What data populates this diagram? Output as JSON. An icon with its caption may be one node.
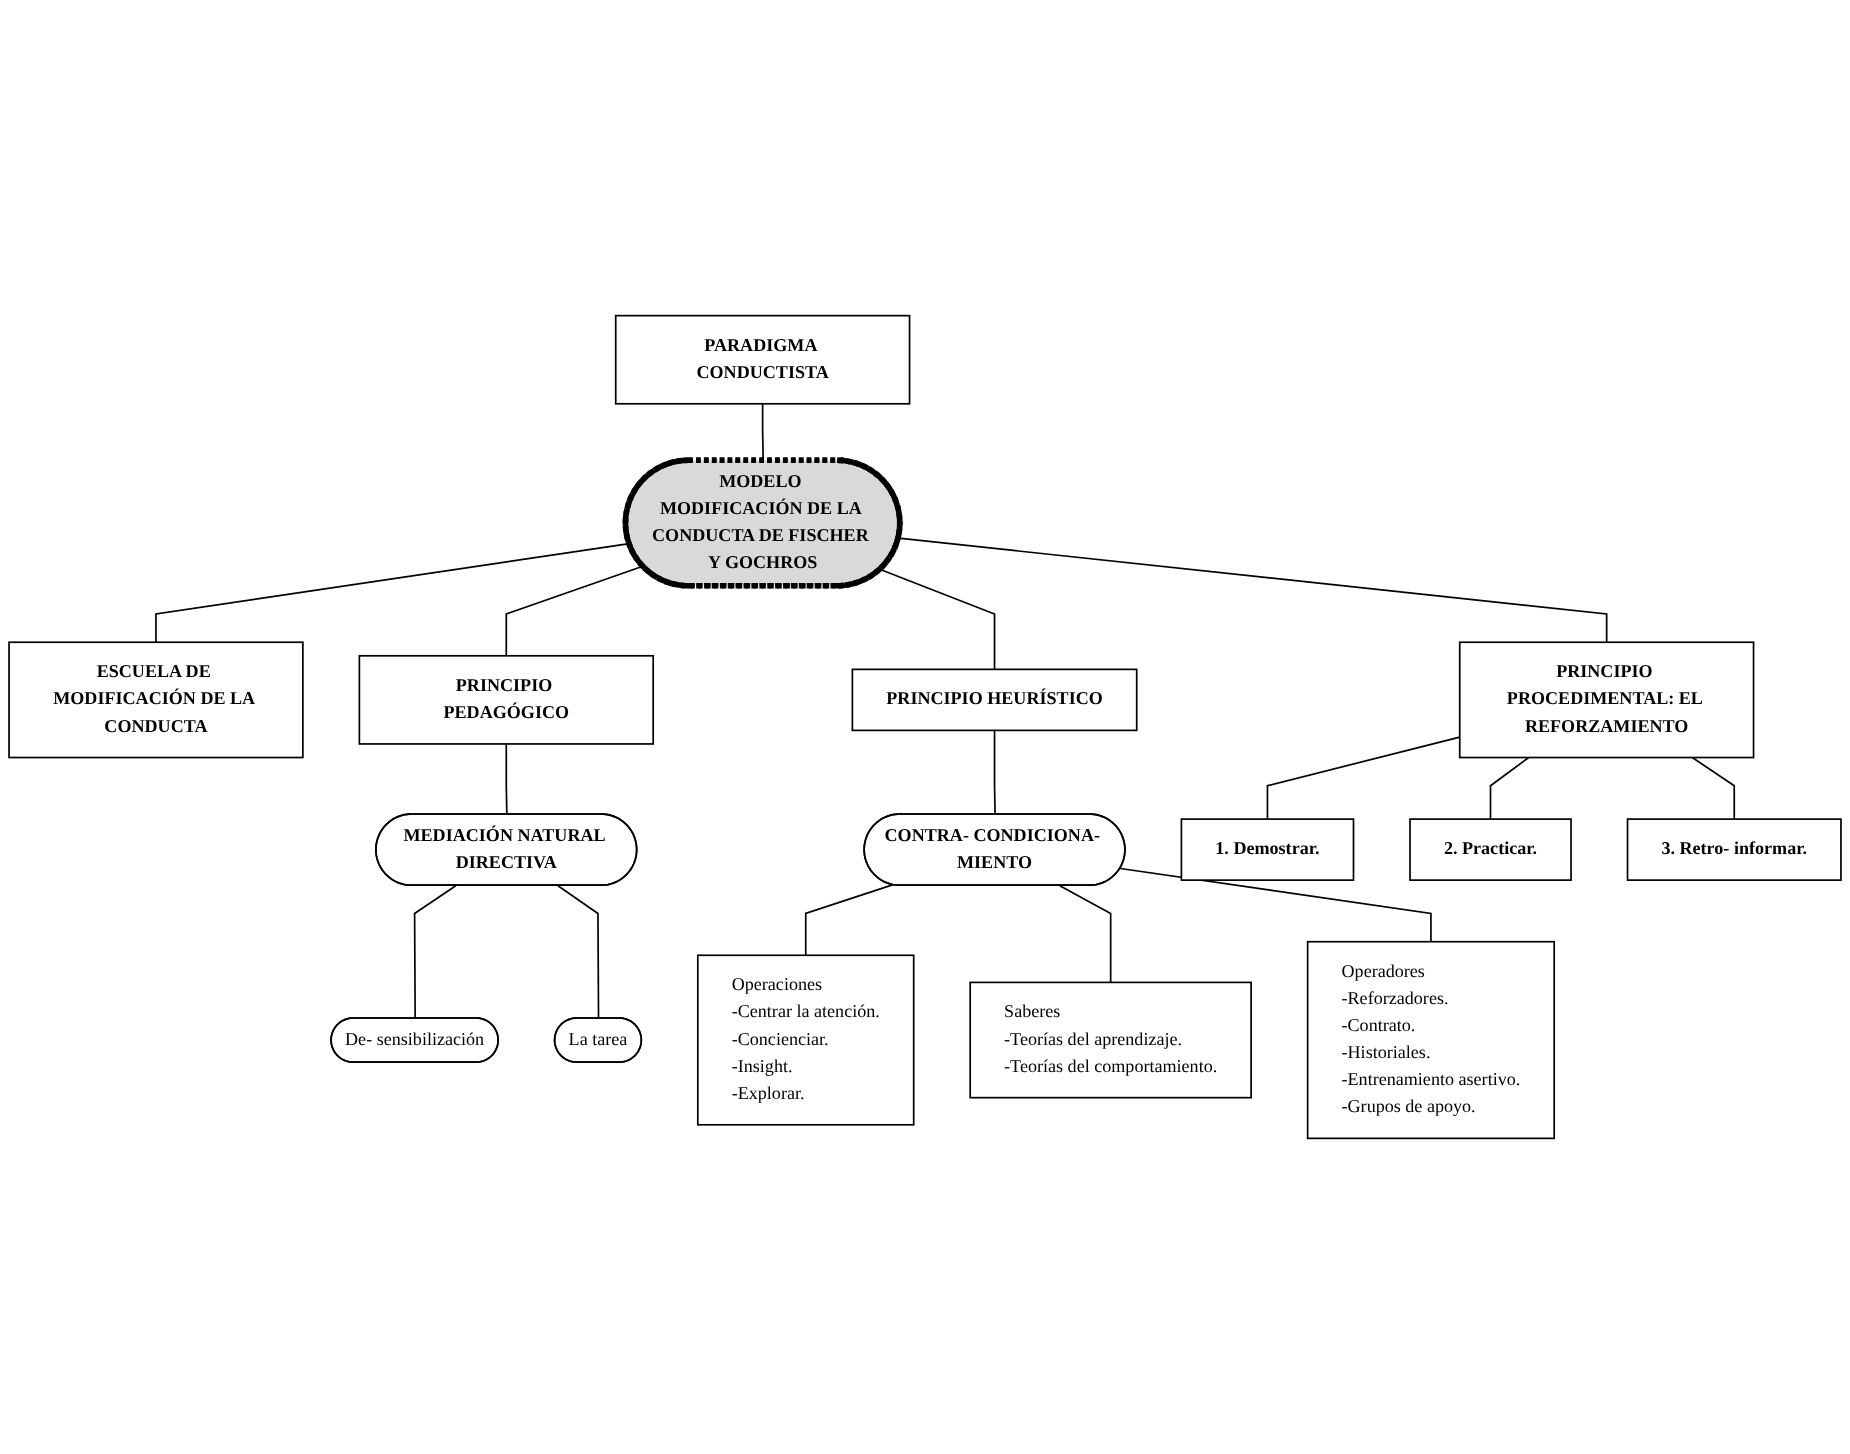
{
  "diagram": {
    "nodes": [
      {
        "text": [
          "MODELO MODIFICACIÓN DE LA CONDUCTA DE FISCHER Y GOCHROS"
        ]
      },
      {
        "text": [
          "PARADIGMA CONDUCTISTA"
        ]
      },
      {
        "text": [
          "ESCUELA DE MODIFICACIÓN DE LA CONDUCTA"
        ]
      },
      {
        "text": [
          "PRINCIPIO PEDAGÓGICO"
        ]
      },
      {
        "text": [
          "PRINCIPIO HEURÍSTICO"
        ]
      },
      {
        "text": [
          "MEDIACIÓN NATURAL DIRECTIVA"
        ]
      },
      {
        "text": [
          "PRINCIPIO PROCEDIMENTAL: EL REFORZAMIENTO"
        ]
      },
      {
        "text": [
          "CONTRA- CONDICIONA- MIENTO"
        ]
      },
      {
        "text": [
          "Operaciones",
          "-Centrar la atención.",
          "-Concienciar.",
          "-Insight.",
          "-Explorar."
        ]
      },
      {
        "text": [
          "De- sensibilización"
        ]
      },
      {
        "text": [
          "La tarea"
        ]
      },
      {
        "text": [
          "Saberes",
          "-Teorías del aprendizaje.",
          "-Teorías del comportamiento."
        ]
      },
      {
        "text": [
          "1. Demostrar."
        ]
      },
      {
        "text": [
          "2. Practicar."
        ]
      },
      {
        "text": [
          "3. Retro- informar."
        ]
      },
      {
        "text": [
          "Operadores",
          "-Reforzadores.",
          "-Contrato.",
          "-Historiales.",
          "-Entrenamiento asertivo.",
          "-Grupos de apoyo."
        ]
      }
    ],
    "edges": [
      {
        "from": 1,
        "to": 0,
        "arrow": "none"
      },
      {
        "from": 0,
        "to": 2,
        "arrow": "none"
      },
      {
        "from": 0,
        "to": 3,
        "arrow": "none"
      },
      {
        "from": 0,
        "to": 6,
        "arrow": "none"
      },
      {
        "from": 0,
        "to": 4,
        "arrow": "none"
      },
      {
        "from": 3,
        "to": 5,
        "arrow": "none"
      },
      {
        "from": 5,
        "to": 9,
        "arrow": "none"
      },
      {
        "from": 5,
        "to": 10,
        "arrow": "none"
      },
      {
        "from": 4,
        "to": 7,
        "arrow": "none"
      },
      {
        "from": 7,
        "to": 8,
        "arrow": "none"
      },
      {
        "from": 7,
        "to": 11,
        "arrow": "none"
      },
      {
        "from": 7,
        "to": 15,
        "arrow": "none"
      },
      {
        "from": 6,
        "to": 12,
        "arrow": "none"
      },
      {
        "from": 6,
        "to": 13,
        "arrow": "none"
      },
      {
        "from": 6,
        "to": 14,
        "arrow": "none"
      }
    ]
  }
}
